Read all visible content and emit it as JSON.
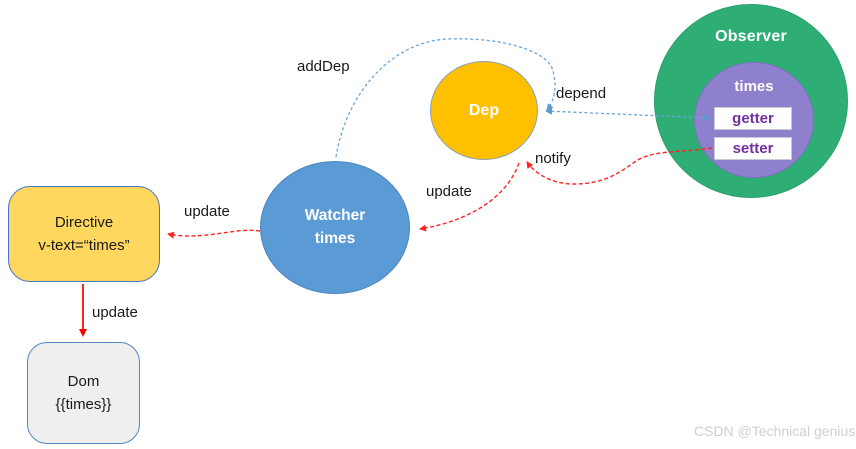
{
  "page": {
    "background": "#ffffff",
    "watermark": "CSDN @Technical genius"
  },
  "nodes": {
    "observer": {
      "label": "Observer",
      "fill": "#2EAD75",
      "text_color": "#ffffff",
      "shape": "circle"
    },
    "times": {
      "label": "times",
      "fill": "#8F80CD",
      "text_color": "#ffffff",
      "shape": "circle"
    },
    "getter": {
      "label": "getter",
      "fill": "#ffffff",
      "text_color": "#7030A0",
      "shape": "box"
    },
    "setter": {
      "label": "setter",
      "fill": "#ffffff",
      "text_color": "#7030A0",
      "shape": "box"
    },
    "dep": {
      "label": "Dep",
      "fill": "#FFC000",
      "text_color": "#ffffff",
      "shape": "circle"
    },
    "watcher": {
      "line1": "Watcher",
      "line2": "times",
      "fill": "#5B9BD5",
      "text_color": "#ffffff",
      "shape": "circle"
    },
    "directive": {
      "line1": "Directive",
      "line2": "v-text=“times”",
      "fill": "#FFD75E",
      "border": "#4472C4",
      "text_color": "#1a1a1a",
      "shape": "rounded-box"
    },
    "dom": {
      "line1": "Dom",
      "line2": "{{times}}",
      "fill": "#EFEFEF",
      "border": "#5585c0",
      "text_color": "#1a1a1a",
      "shape": "rounded-box"
    }
  },
  "edges": {
    "adddep": {
      "label": "addDep",
      "color": "#5B9BD5",
      "style": "dashed",
      "from": "watcher",
      "to": "dep"
    },
    "depend": {
      "label": "depend",
      "color": "#5B9BD5",
      "style": "dashed",
      "from": "getter",
      "to": "dep",
      "bidirectional": true
    },
    "notify": {
      "label": "notify",
      "color": "#FF2222",
      "style": "dashed",
      "from": "setter",
      "to": "dep"
    },
    "update_dep_to_watcher": {
      "label": "update",
      "color": "#FF2222",
      "style": "dashed",
      "from": "dep",
      "to": "watcher"
    },
    "update_watcher_to_directive": {
      "label": "update",
      "color": "#FF2222",
      "style": "dashed",
      "from": "watcher",
      "to": "directive"
    },
    "update_directive_to_dom": {
      "label": "update",
      "color": "#FF0000",
      "style": "solid",
      "from": "directive",
      "to": "dom"
    }
  }
}
